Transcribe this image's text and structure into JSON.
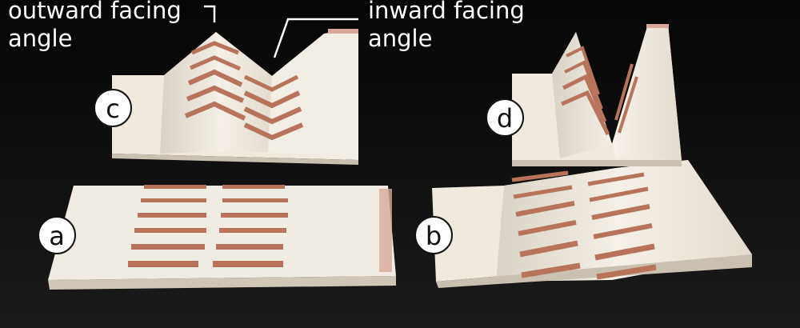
{
  "annotations": {
    "outward_line1": "outward facing",
    "outward_line2": "angle",
    "inward_line1": "inward facing",
    "inward_line2": "angle"
  },
  "labels": {
    "a": "a",
    "b": "b",
    "c": "c",
    "d": "d"
  },
  "colors": {
    "background": "#0d0d0d",
    "sample": "#efe9de",
    "trace": "#b7745a"
  }
}
